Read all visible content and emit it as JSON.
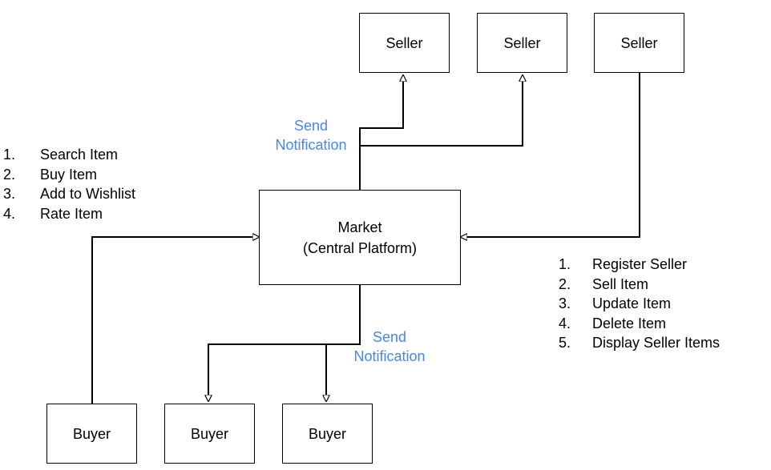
{
  "nodes": {
    "sellers": [
      "Seller",
      "Seller",
      "Seller"
    ],
    "market": [
      "Market",
      "(Central Platform)"
    ],
    "buyers": [
      "Buyer",
      "Buyer",
      "Buyer"
    ]
  },
  "notifications": {
    "top": [
      "Send",
      "Notification"
    ],
    "bottom": [
      "Send",
      "Notification"
    ]
  },
  "buyer_actions": [
    {
      "num": "1.",
      "text": "Search Item"
    },
    {
      "num": "2.",
      "text": "Buy Item"
    },
    {
      "num": "3.",
      "text": "Add to Wishlist"
    },
    {
      "num": "4.",
      "text": "Rate Item"
    }
  ],
  "seller_actions": [
    {
      "num": "1.",
      "text": "Register Seller"
    },
    {
      "num": "2.",
      "text": "Sell Item"
    },
    {
      "num": "3.",
      "text": "Update Item"
    },
    {
      "num": "4.",
      "text": "Delete Item"
    },
    {
      "num": "5.",
      "text": "Display Seller Items"
    }
  ],
  "colors": {
    "line": "#000000",
    "notification_text": "#4a86e8"
  }
}
